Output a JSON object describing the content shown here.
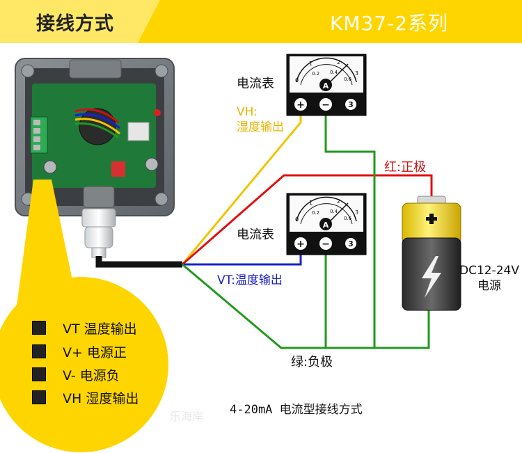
{
  "header": {
    "title": "接线方式",
    "series": "KM37-2系列"
  },
  "meters": [
    {
      "label": "电流表",
      "unit_symbol": "A",
      "scale": [
        "0",
        "1",
        "2",
        "3",
        "0.2",
        "0.4",
        "0.6"
      ],
      "terminals": [
        "+",
        "−",
        "3"
      ]
    },
    {
      "label": "电流表",
      "unit_symbol": "A",
      "scale": [
        "0",
        "1",
        "2",
        "3",
        "0.2",
        "0.4",
        "0.6"
      ],
      "terminals": [
        "+",
        "−",
        "3"
      ]
    }
  ],
  "wires": {
    "vh_label_line1": "VH:",
    "vh_label_line2": "湿度输出",
    "vt_label": "VT:温度输出",
    "red_label": "红:正极",
    "green_label": "绿:负极"
  },
  "power": {
    "line1": "DC12-24V",
    "line2": "电源"
  },
  "legend": [
    {
      "text": "VT 温度输出"
    },
    {
      "text": "V+ 电源正"
    },
    {
      "text": "V- 电源负"
    },
    {
      "text": "VH 湿度输出"
    }
  ],
  "caption": "4-20mA 电流型接线方式",
  "watermark": "乐海岸",
  "colors": {
    "header": "#ffd500",
    "yellow_wire": "#f3c400",
    "red_wire": "#e01010",
    "blue_wire": "#1a22c8",
    "green_wire": "#1f9a1f",
    "black_cable": "#111111"
  }
}
